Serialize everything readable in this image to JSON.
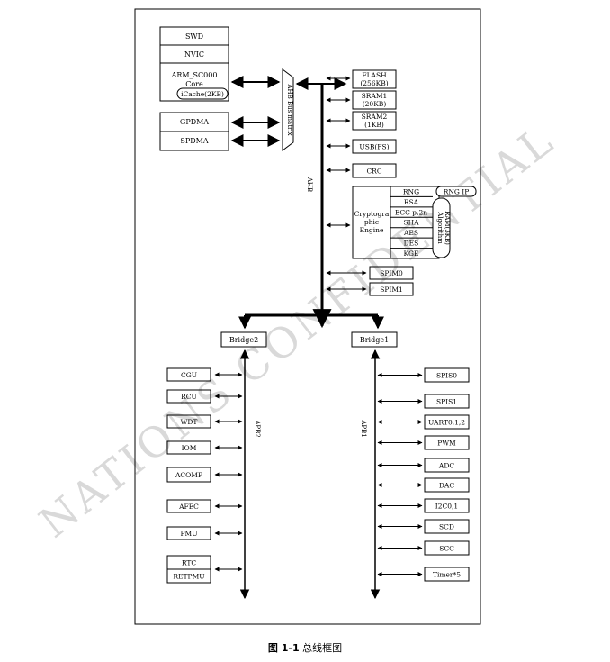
{
  "figure": {
    "number": "图 1-1",
    "title": "总线框图"
  },
  "watermark": "NATIONS CONFIDENTIAL",
  "core_blocks": {
    "swd": "SWD",
    "nvic": "NVIC",
    "core": "ARM_SC000",
    "core2": "Core",
    "icache": "iCache(2KB)"
  },
  "dma_blocks": {
    "gpdma": "GPDMA",
    "spdma": "SPDMA"
  },
  "matrix_label": "AHB Bus matrix",
  "ahb_label": "AHB",
  "ahb_slaves": {
    "flash": [
      "FLASH",
      "(256KB)"
    ],
    "sram1": [
      "SRAM1",
      "(20KB)"
    ],
    "sram2": [
      "SRAM2",
      "(1KB)"
    ],
    "usb": "USB(FS)",
    "crc": "CRC"
  },
  "crypto": {
    "label": [
      "Cryptogra",
      "phic",
      "Engine"
    ],
    "items": [
      "RNG",
      "RSA",
      "ECC p,2n",
      "SHA",
      "AES",
      "DES",
      "KGE"
    ],
    "rng_ip": "RNG IP",
    "algo_ram": [
      "Algorithm",
      "RAM(3KB)"
    ]
  },
  "spim": [
    "SPIM0",
    "SPIM1"
  ],
  "bridges": {
    "b2": "Bridge2",
    "b1": "Bridge1"
  },
  "apb2_label": "APB2",
  "apb1_label": "APB1",
  "apb2_periph": [
    "CGU",
    "RCU",
    "WDT",
    "IOM",
    "ACOMP",
    "AFEC",
    "PMU",
    "RTC",
    "RETPMU"
  ],
  "apb1_periph": [
    "SPIS0",
    "SPIS1",
    "UART0,1,2",
    "PWM",
    "ADC",
    "DAC",
    "I2C0,1",
    "SCD",
    "SCC",
    "Timer*5"
  ]
}
